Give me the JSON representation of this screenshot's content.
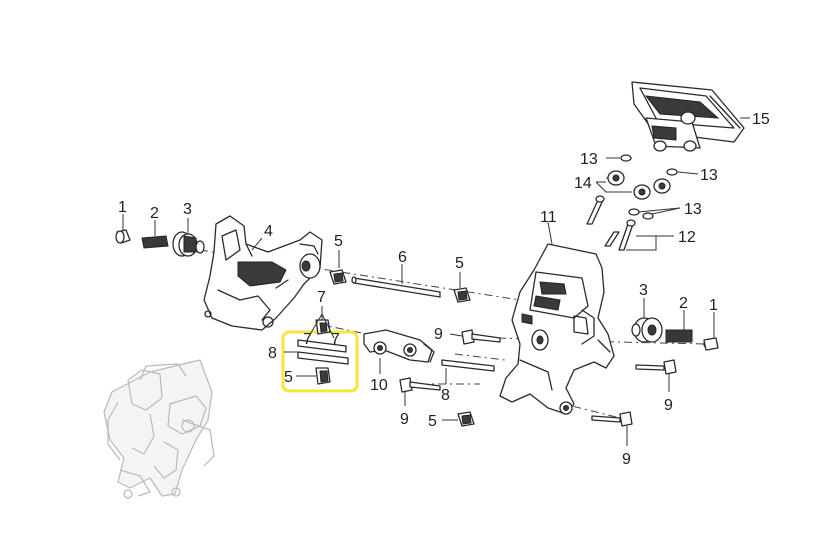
{
  "diagram": {
    "callouts": {
      "c1_left": "1",
      "c2_left": "2",
      "c3_left": "3",
      "c4": "4",
      "c5_upper_left": "5",
      "c6": "6",
      "c5_upper_right": "5",
      "c7_upper": "7",
      "c7_box_a": "7",
      "c7_box_b": "7",
      "c8_box": "8",
      "c5_box": "5",
      "c10": "10",
      "c9_upper": "9",
      "c8_lower": "8",
      "c9_lower_left": "9",
      "c5_lower": "5",
      "c11": "11",
      "c3_right": "3",
      "c2_right": "2",
      "c1_right": "1",
      "c9_right_mid": "9",
      "c9_right_low": "9",
      "c15": "15",
      "c13_a": "13",
      "c14": "14",
      "c13_b": "13",
      "c13_c": "13",
      "c12": "12"
    },
    "highlight_color": "#f5e63a"
  }
}
